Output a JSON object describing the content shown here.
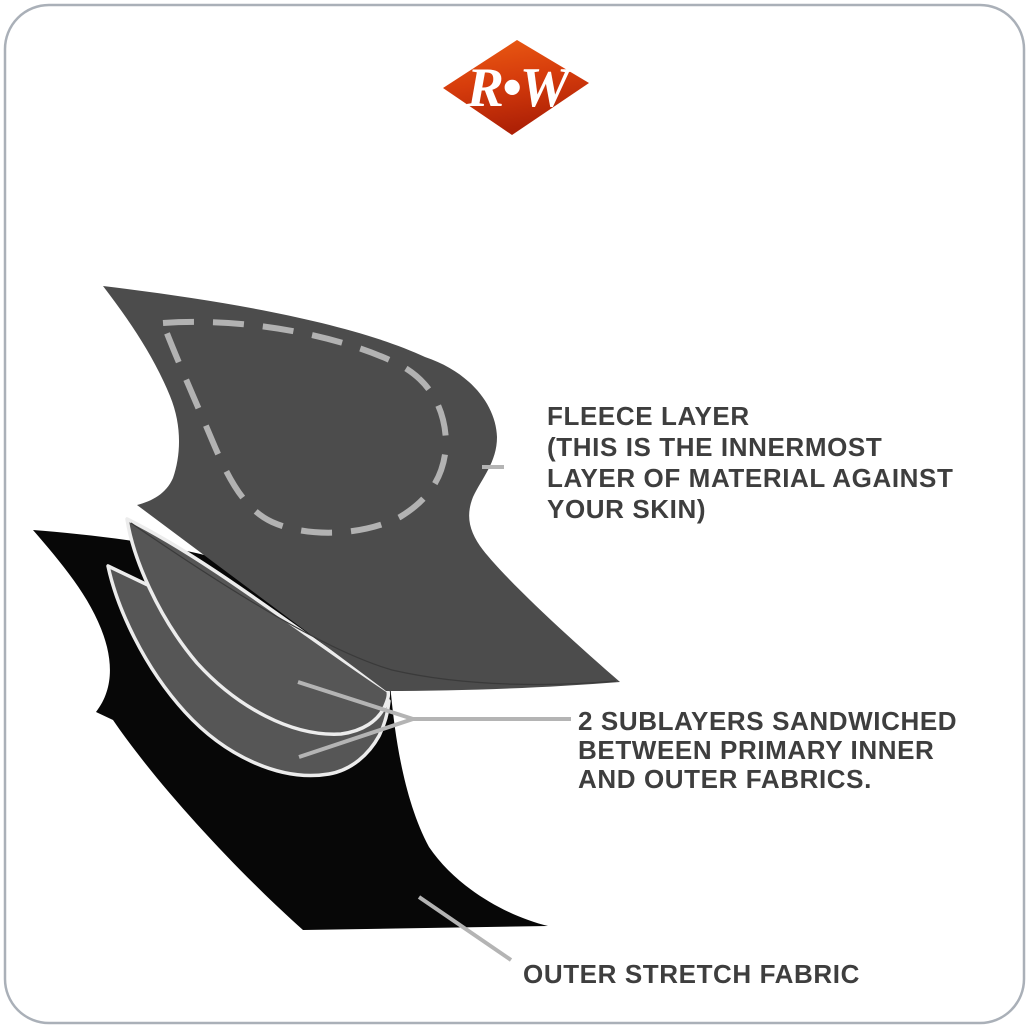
{
  "logo": {
    "text": "R•W",
    "shape": "diamond",
    "gradient_top": "#ec5d13",
    "gradient_bottom": "#ae2106"
  },
  "labels": {
    "fleece": {
      "lines": [
        "FLEECE LAYER",
        "(THIS IS THE INNERMOST",
        "LAYER OF MATERIAL AGAINST",
        "YOUR SKIN)"
      ]
    },
    "sublayers": {
      "lines": [
        "2 SUBLAYERS SANDWICHED",
        "BETWEEN PRIMARY INNER",
        "AND OUTER FABRICS."
      ]
    },
    "outer": {
      "lines": [
        "OUTER STRETCH FABRIC"
      ]
    }
  },
  "diagram": {
    "layers": [
      "fleece-layer",
      "sublayer-1",
      "sublayer-2",
      "outer-stretch-fabric"
    ],
    "stitch_line": "dashed seam outline on fleece layer"
  },
  "colors": {
    "fleece_gray": "#4c4c4c",
    "sublayer_gray": "#565656",
    "outer_black": "#070707",
    "edge_highlight": "#ececec",
    "dashed_stitch": "#b2b2b2",
    "leader_line": "#b4b4b4",
    "label_text": "#3e3e3e",
    "border": "#aab0b8"
  }
}
